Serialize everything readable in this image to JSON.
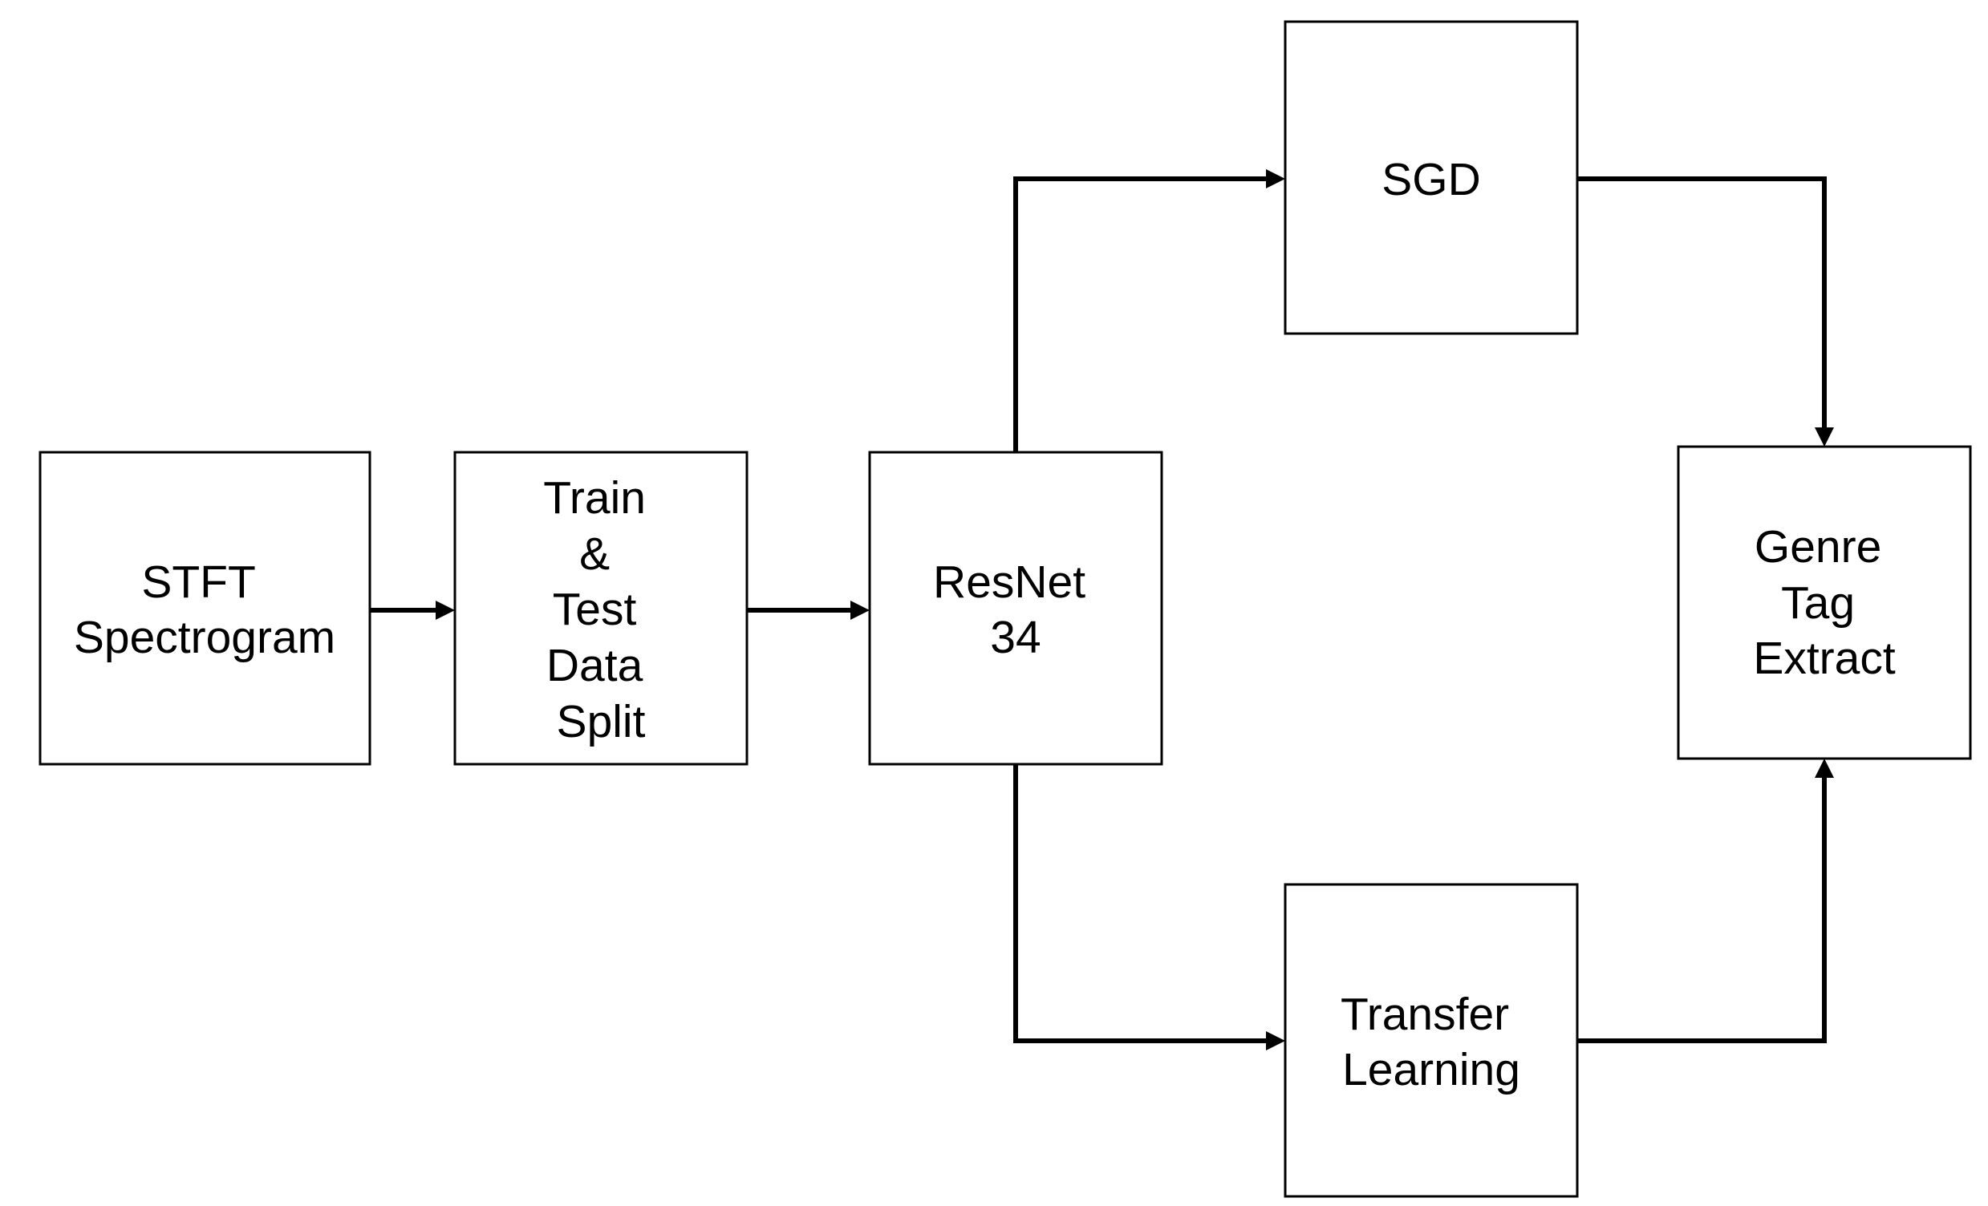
{
  "diagram": {
    "nodes": {
      "stft": {
        "lines": [
          "STFT",
          "Spectrogram"
        ]
      },
      "split": {
        "lines": [
          "Train",
          "&",
          "Test",
          "Data",
          "Split"
        ]
      },
      "resnet": {
        "lines": [
          "ResNet",
          "34"
        ]
      },
      "sgd": {
        "lines": [
          "SGD"
        ]
      },
      "transfer": {
        "lines": [
          "Transfer",
          "Learning"
        ]
      },
      "genre": {
        "lines": [
          "Genre",
          "Tag",
          "Extract"
        ]
      }
    },
    "colors": {
      "stroke": "#000000",
      "background": "#ffffff"
    }
  }
}
